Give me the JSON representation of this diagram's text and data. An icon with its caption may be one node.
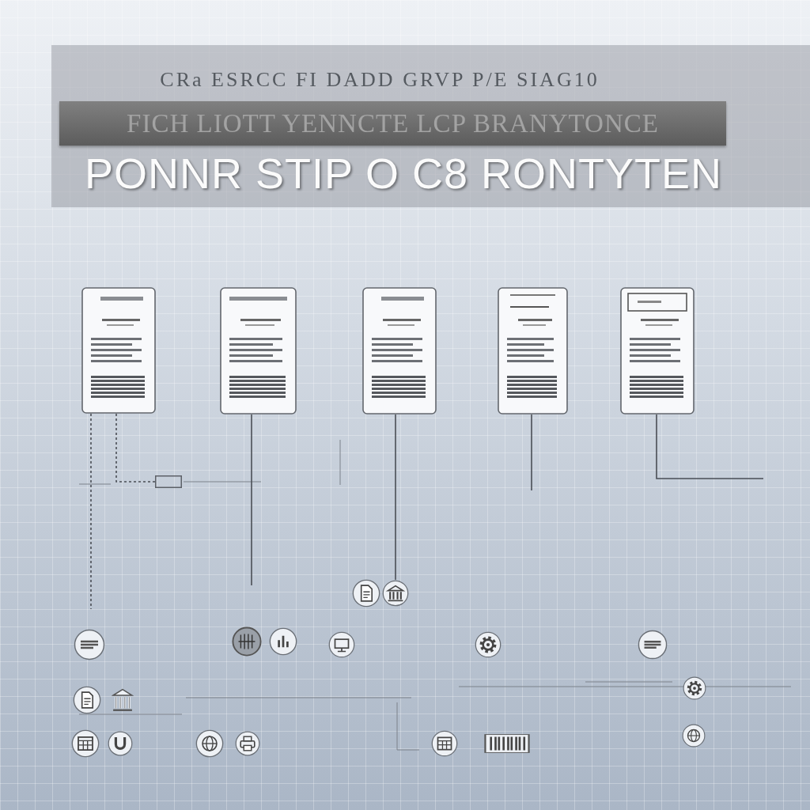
{
  "diagram": {
    "title": "PONNR STIP O C8 RONTYTEN",
    "nodes": [
      {
        "text": [],
        "shape": "box"
      },
      {
        "text": [],
        "shape": "box"
      },
      {
        "text": [],
        "shape": "box"
      },
      {
        "text": [],
        "shape": "box"
      },
      {
        "text": [],
        "shape": "box"
      },
      {
        "text": [],
        "shape": "box"
      },
      {
        "text": [],
        "shape": "circle"
      }
    ],
    "edges": [
      {
        "from": 0,
        "to": null,
        "arrow": "none",
        "style": "dashed"
      },
      {
        "from": 0,
        "to": 5,
        "arrow": "none",
        "style": "dashed"
      },
      {
        "from": 1,
        "to": null,
        "arrow": "none"
      },
      {
        "from": 2,
        "to": 6,
        "arrow": "none"
      },
      {
        "from": 3,
        "to": null,
        "arrow": "none"
      },
      {
        "from": 4,
        "to": null,
        "arrow": "none"
      }
    ],
    "labels": [
      "CRa ESRCC FI DADD GRVP P/E SIAG10",
      "FICH LIOTT YENNCTE LCP BRANYTONCE"
    ]
  }
}
